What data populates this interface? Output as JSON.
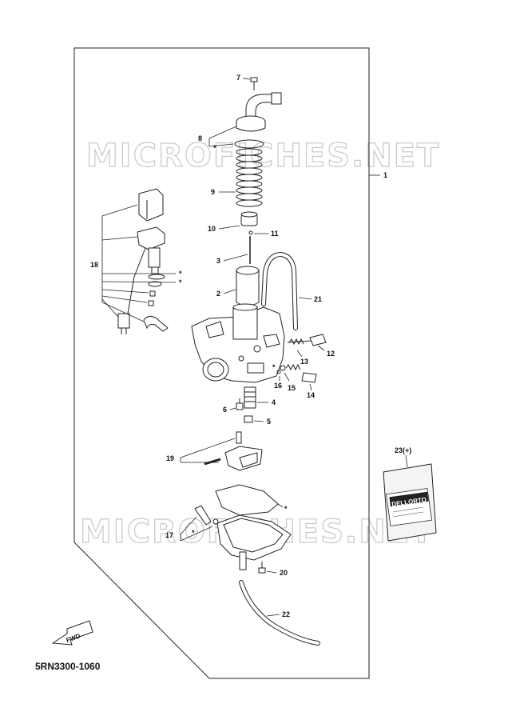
{
  "diagram": {
    "watermark": "MICROFICHES.NET",
    "part_code": "5RN3300-1060",
    "fwd_label": "FWD",
    "brand_label": "DELLORTO",
    "callouts": {
      "c1": "1",
      "c2": "2",
      "c3": "3",
      "c4": "4",
      "c5": "5",
      "c6": "6",
      "c7": "7",
      "c8": "8",
      "c9": "9",
      "c10": "10",
      "c11": "11",
      "c12": "12",
      "c13": "13",
      "c14": "14",
      "c15": "15",
      "c16": "16",
      "c17": "17",
      "c18": "18",
      "c19": "19",
      "c20": "20",
      "c21": "21",
      "c22": "22",
      "c23": "23(+)"
    },
    "asterisk": "*"
  }
}
